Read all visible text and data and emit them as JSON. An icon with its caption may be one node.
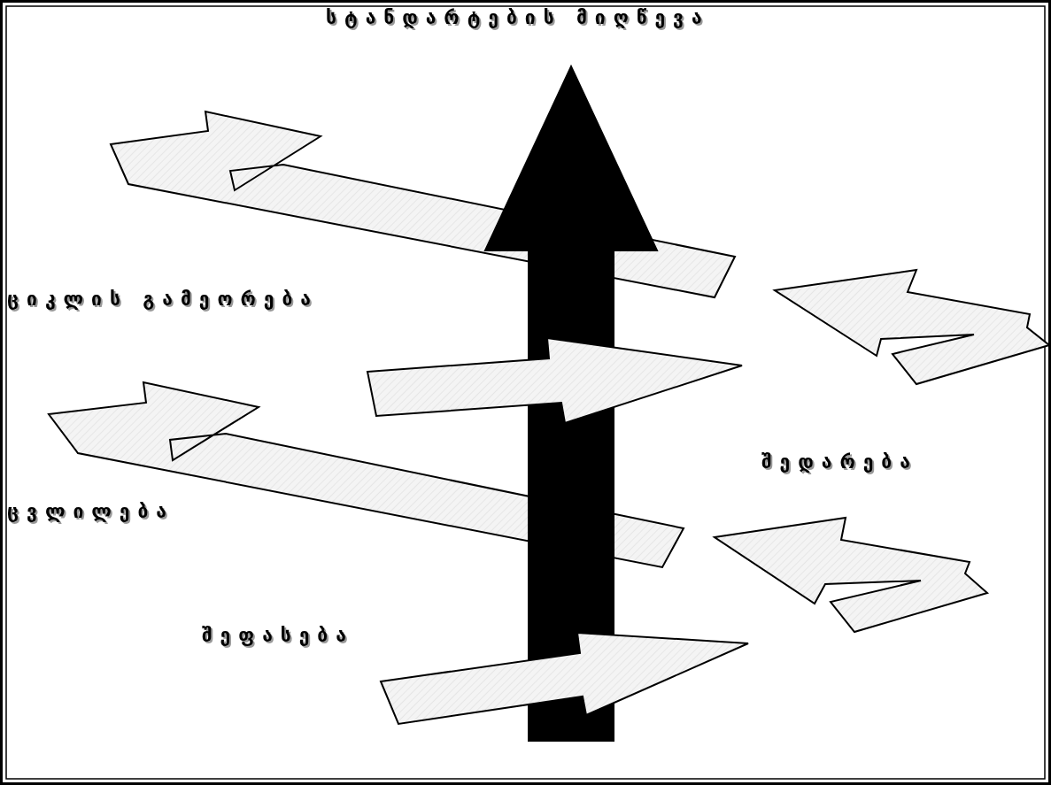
{
  "diagram": {
    "labels": [
      "სტანდარტების მიღწევა",
      "ციკლის გამეორება",
      "ცვლილება",
      "შეფასება",
      "შედარება"
    ]
  }
}
